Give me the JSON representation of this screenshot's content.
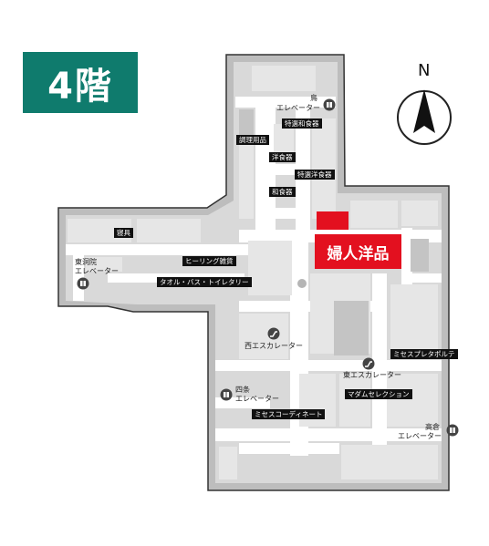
{
  "floor": {
    "label": "4階",
    "color": "#0f7b6d"
  },
  "compass": {
    "label": "N"
  },
  "highlight": {
    "label": "婦人洋品",
    "color": "#e3101f"
  },
  "departments": [
    {
      "name": "特選和食器"
    },
    {
      "name": "調理用品"
    },
    {
      "name": "洋食器"
    },
    {
      "name": "特選洋食器"
    },
    {
      "name": "和食器"
    },
    {
      "name": "寝具"
    },
    {
      "name": "ヒーリング雑貨"
    },
    {
      "name": "タオル・バス・トイレタリー"
    },
    {
      "name": "ミセスプレタポルテ"
    },
    {
      "name": "マダムセレクション"
    },
    {
      "name": "ミセスコーディネート"
    }
  ],
  "facilities": {
    "karasuma_elevator": {
      "line1": "鳥",
      "line2": "エレベーター"
    },
    "higashinotoin_elevator": {
      "line1": "東洞院",
      "line2": "エレベーター"
    },
    "west_escalator": {
      "label": "西エスカレーター"
    },
    "east_escalator": {
      "label": "東エスカレーター"
    },
    "shijo_elevator": {
      "line1": "四条",
      "line2": "エレベーター"
    },
    "takakura_elevator": {
      "line1": "高倉",
      "line2": "エレベーター"
    }
  },
  "icons": {
    "elevator": "elevator-icon",
    "escalator": "escalator-icon",
    "compass": "north-arrow-icon"
  }
}
